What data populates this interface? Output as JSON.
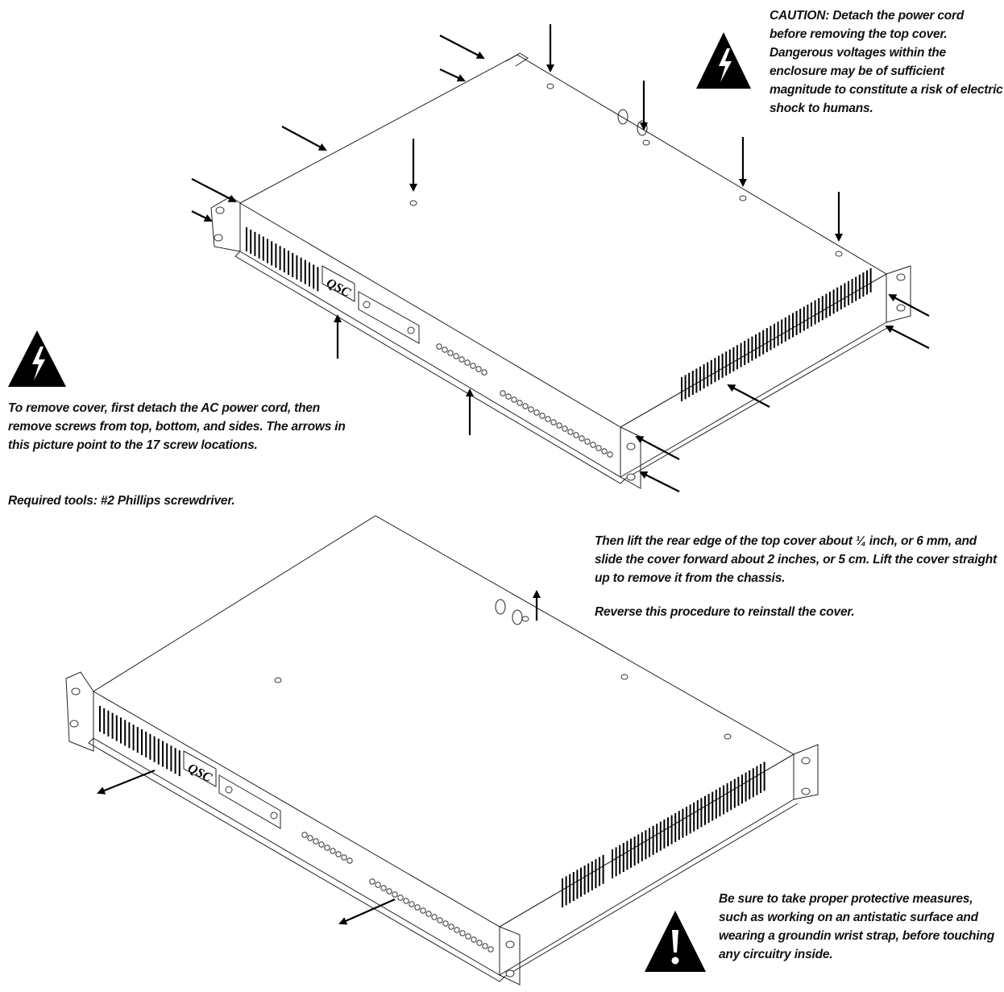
{
  "caution_top": "CAUTION: Detach the power cord before removing the top cover. Dangerous voltages within the enclosure may be of sufficient magnitude to constitute a risk of electric shock to  humans.",
  "remove_instructions": "To remove cover, first detach the AC power cord, then remove screws from top, bottom, and sides. The arrows in this picture point to the 17 screw locations.",
  "required_tools": "Required tools: #2 Phillips screwdriver.",
  "lift_instructions": "Then lift the rear edge of the top cover about ¼ inch, or 6 mm, and slide the cover forward about 2 inches, or 5 cm. Lift the cover straight up to remove it from the chassis.",
  "reverse_instructions": "Reverse this procedure to reinstall the cover.",
  "esd_warning": "Be sure to take proper protective measures, such as  working on an antistatic surface and wearing a groundin wrist strap, before touching any circuitry inside.",
  "logo_text": "QSC",
  "icons": {
    "shock_warning_top": "electric-shock-warning-triangle",
    "shock_warning_left": "electric-shock-warning-triangle",
    "esd_caution": "exclamation-warning-triangle"
  },
  "colors": {
    "ink": "#111111",
    "background": "#ffffff"
  }
}
